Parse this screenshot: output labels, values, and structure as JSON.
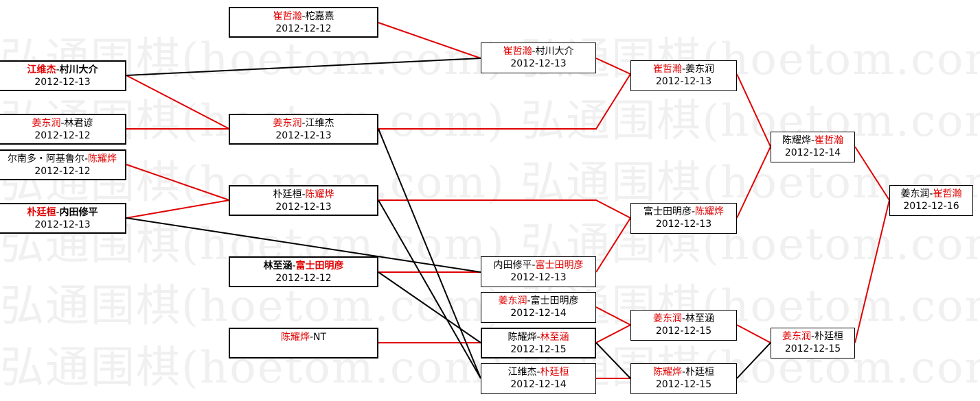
{
  "watermark": {
    "text": "弘通围棋(hoetom.com)",
    "lines": [
      "弘通围棋(hoetom.com) 弘通围棋(hoetom.com) 弘通",
      "弘通围棋(hoetom.com) 弘通围棋(hoetom.com) 弘通",
      "弘通围棋(hoetom.com) 弘通围棋(hoetom.com) 弘通",
      "弘通围棋(hoetom.com) 弘通围棋(hoetom.com) 弘通",
      "弘通围棋(hoetom.com) 弘通围棋(hoetom.com) 弘通",
      "弘通围棋(hoetom.com) 弘通围棋(hoetom.com) 弘通"
    ]
  },
  "colors": {
    "winner": "#e00000",
    "loser": "#000000",
    "line_red": "#e00000",
    "line_black": "#000000"
  },
  "matches": {
    "m01": {
      "p1": "崔哲瀚",
      "sep": "-",
      "p2": "柁嘉熹",
      "winner": "p1",
      "date": "2012-12-12"
    },
    "m02": {
      "p1": "江维杰",
      "sep": "-",
      "p2": "村川大介",
      "winner": "p1",
      "date": "2012-12-13"
    },
    "m03": {
      "p1": "姜东润",
      "sep": "-",
      "p2": "林君谚",
      "winner": "p1",
      "date": "2012-12-12"
    },
    "m04": {
      "p1": "尔南多・阿基鲁尔",
      "sep": "-",
      "p2": "陈耀烨",
      "winner": "p2",
      "date": "2012-12-12"
    },
    "m05": {
      "p1": "朴廷桓",
      "sep": "-",
      "p2": "内田修平",
      "winner": "p1",
      "date": "2012-12-13"
    },
    "m06": {
      "p1": "姜东润",
      "sep": "-",
      "p2": "江维杰",
      "winner": "p1",
      "date": "2012-12-13"
    },
    "m07": {
      "p1": "朴廷桓",
      "sep": "-",
      "p2": "陈耀烨",
      "winner": "p2",
      "date": "2012-12-13"
    },
    "m08": {
      "p1": "林至涵",
      "sep": "-",
      "p2": "富士田明彦",
      "winner": "p2",
      "date": "2012-12-12"
    },
    "m09": {
      "p1": "陈耀烨",
      "sep": "-",
      "p2": "NT",
      "winner": "p1",
      "date": ""
    },
    "m10": {
      "p1": "崔哲瀚",
      "sep": "-",
      "p2": "村川大介",
      "winner": "p1",
      "date": "2012-12-13"
    },
    "m11": {
      "p1": "内田修平",
      "sep": "-",
      "p2": "富士田明彦",
      "winner": "p2",
      "date": "2012-12-13"
    },
    "m12": {
      "p1": "姜东润",
      "sep": "-",
      "p2": "富士田明彦",
      "winner": "p1",
      "date": "2012-12-14"
    },
    "m13": {
      "p1": "陈耀烨",
      "sep": "-",
      "p2": "林至涵",
      "winner": "p2",
      "date": "2012-12-15"
    },
    "m14": {
      "p1": "江维杰",
      "sep": "-",
      "p2": "朴廷桓",
      "winner": "p2",
      "date": "2012-12-14"
    },
    "m15": {
      "p1": "崔哲瀚",
      "sep": "-",
      "p2": "姜东润",
      "winner": "p1",
      "date": "2012-12-13"
    },
    "m16": {
      "p1": "富士田明彦",
      "sep": "-",
      "p2": "陈耀烨",
      "winner": "p2",
      "date": "2012-12-13"
    },
    "m17": {
      "p1": "姜东润",
      "sep": "-",
      "p2": "林至涵",
      "winner": "p1",
      "date": "2012-12-15"
    },
    "m18": {
      "p1": "陈耀烨",
      "sep": "-",
      "p2": "朴廷桓",
      "winner": "p1",
      "date": "2012-12-15"
    },
    "m19": {
      "p1": "陈耀烨",
      "sep": "-",
      "p2": "崔哲瀚",
      "winner": "p2",
      "date": "2012-12-14"
    },
    "m20": {
      "p1": "姜东润",
      "sep": "-",
      "p2": "朴廷桓",
      "winner": "p1",
      "date": "2012-12-15"
    },
    "m21": {
      "p1": "姜东润",
      "sep": "-",
      "p2": "崔哲瀚",
      "winner": "p2",
      "date": "2012-12-16"
    }
  }
}
